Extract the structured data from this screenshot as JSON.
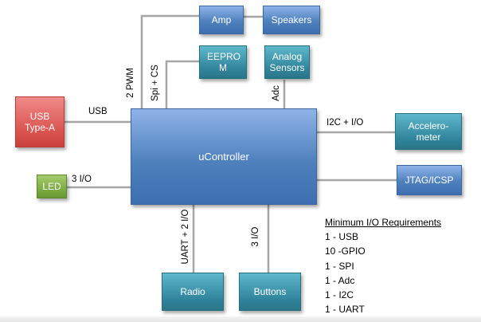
{
  "blocks": {
    "controller": "uController",
    "usb": "USB Type-A",
    "led": "LED",
    "amp": "Amp",
    "speakers": "Speakers",
    "eeprom": "EEPRO M",
    "analog_sensors": "Analog Sensors",
    "accelerometer": "Accelero-meter",
    "jtag": "JTAG/ICSP",
    "radio": "Radio",
    "buttons": "Buttons"
  },
  "connections": {
    "usb": "USB",
    "led": "3 I/O",
    "pwm": "2 PWM",
    "spi": "Spi + CS",
    "adc": "Adc",
    "i2c": "I2C + I/O",
    "uart": "UART + 2 I/O",
    "buttons_io": "3 I/O"
  },
  "requirements": {
    "title": "Minimum I/O Requirements",
    "items": [
      "1 - USB",
      "10 -GPIO",
      "1 - SPI",
      "1 - Adc",
      "1 - I2C",
      "1 - UART"
    ]
  },
  "colors": {
    "controller": "#4f81bd",
    "peripheral_teal": "#31859c",
    "usb": "#d9534f",
    "led": "#77a83d",
    "wire": "#a6a6a6"
  }
}
